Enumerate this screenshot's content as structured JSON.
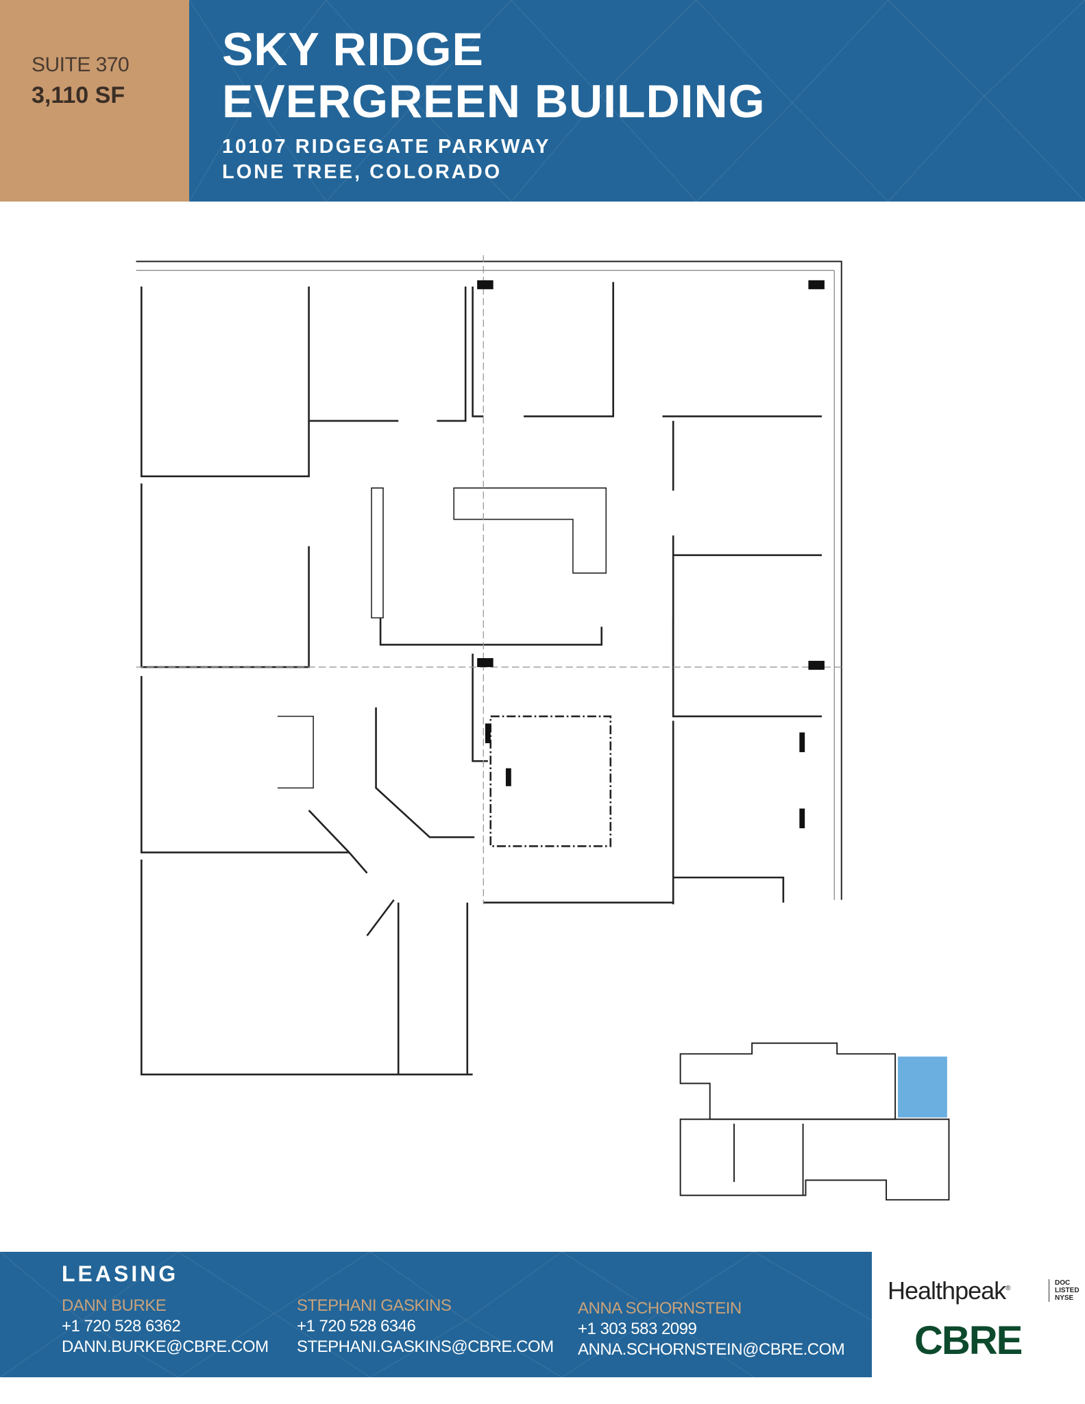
{
  "header": {
    "suite": "SUITE 370",
    "area": "3,110 SF",
    "title_line1": "SKY RIDGE",
    "title_line2": "EVERGREEN BUILDING",
    "address_line1": "10107 RIDGEGATE PARKWAY",
    "address_line2": "LONE TREE, COLORADO"
  },
  "colors": {
    "brand_blue": "#236598",
    "tan": "#c99a6e",
    "name_gold": "#c9a27a",
    "cbre_green": "#0d4a2d",
    "keyplan_highlight": "#6baee0"
  },
  "footer": {
    "heading": "LEASING",
    "contacts": [
      {
        "name": "DANN BURKE",
        "phone": "+1 720 528 6362",
        "email": "DANN.BURKE@CBRE.COM"
      },
      {
        "name": "STEPHANI GASKINS",
        "phone": "+1 720 528 6346",
        "email": "STEPHANI.GASKINS@CBRE.COM"
      },
      {
        "name": "ANNA SCHORNSTEIN",
        "phone": "+1 303 583 2099",
        "email": "ANNA.SCHORNSTEIN@CBRE.COM"
      }
    ],
    "logos": {
      "healthpeak": "Healthpeak",
      "healthpeak_ticker": "DOC LISTED NYSE",
      "cbre": "CBRE"
    }
  }
}
